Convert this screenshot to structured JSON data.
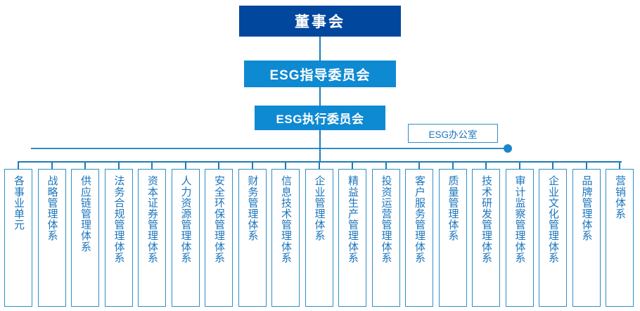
{
  "diagram": {
    "title_note": "ESG governance organizational structure chart",
    "colors": {
      "board_fill": "#00479D",
      "committee_fill": "#0E8AD2",
      "line": "#1C7CB8",
      "outline": "#2E8FC6",
      "leaf_text": "#1C75BC",
      "dot": "#1C86C8"
    },
    "nodes": {
      "board": "董事会",
      "steering_committee": "ESG指导委员会",
      "executive_committee": "ESG执行委员会",
      "office": "ESG办公室"
    },
    "leaves": [
      {
        "label": "各事业单元"
      },
      {
        "label": "战略管理体系"
      },
      {
        "label": "供应链管理体系"
      },
      {
        "label": "法务合规管理体系"
      },
      {
        "label": "资本证券管理体系"
      },
      {
        "label": "人力资源管理体系"
      },
      {
        "label": "安全环保管理体系"
      },
      {
        "label": "财务管理体系"
      },
      {
        "label": "信息技术管理体系"
      },
      {
        "label": "企业管理体系"
      },
      {
        "label": "精益生产管理体系"
      },
      {
        "label": "投资运营管理体系"
      },
      {
        "label": "客户服务管理体系"
      },
      {
        "label": "质量管理体系"
      },
      {
        "label": "技术研发管理体系"
      },
      {
        "label": "审计监察管理体系"
      },
      {
        "label": "企业文化管理体系"
      },
      {
        "label": "品牌管理体系"
      },
      {
        "label": "营销体系"
      }
    ]
  }
}
